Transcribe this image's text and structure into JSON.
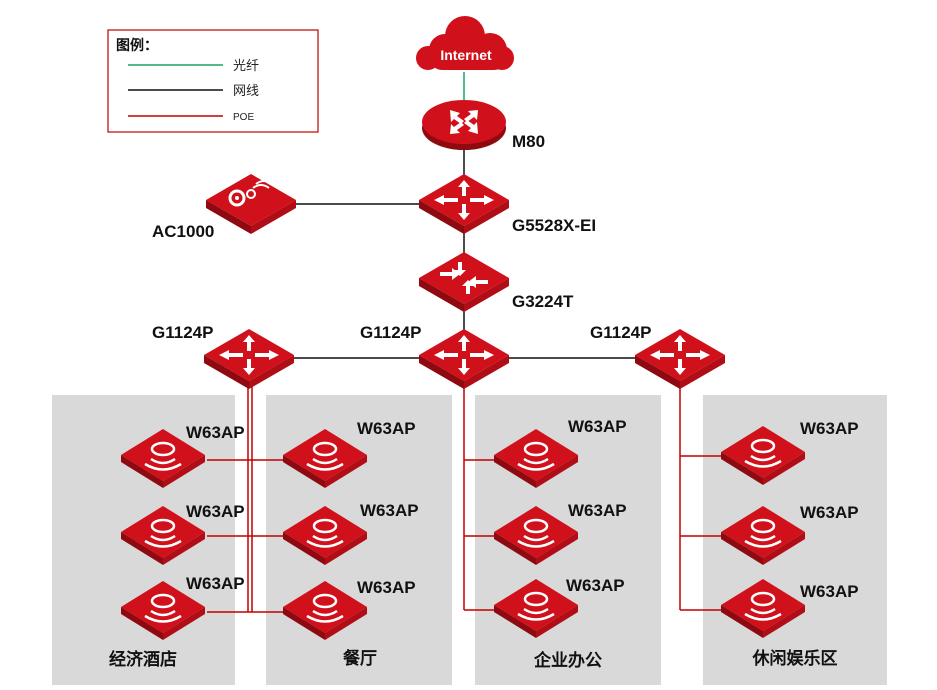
{
  "legend": {
    "title": "图例：",
    "items": [
      {
        "label": "光纤",
        "color": "#1aa260"
      },
      {
        "label": "网线",
        "color": "#111111"
      },
      {
        "label": "POE",
        "color": "#c00000"
      }
    ]
  },
  "cloud": {
    "label": "Internet"
  },
  "devices": {
    "router": "M80",
    "core_switch": "G5528X-EI",
    "controller": "AC1000",
    "agg_switch": "G3224T",
    "access_left": "G1124P",
    "access_center": "G1124P",
    "access_right": "G1124P",
    "ap_label": "W63AP"
  },
  "zones": [
    {
      "label": "经济酒店"
    },
    {
      "label": "餐厅"
    },
    {
      "label": "企业办公"
    },
    {
      "label": "休闲娱乐区"
    }
  ],
  "colors": {
    "device_red": "#d0101b",
    "device_dark": "#9a0a10",
    "zone_bg": "#d9d9d9",
    "fiber": "#1aa260",
    "poe": "#c00000"
  }
}
